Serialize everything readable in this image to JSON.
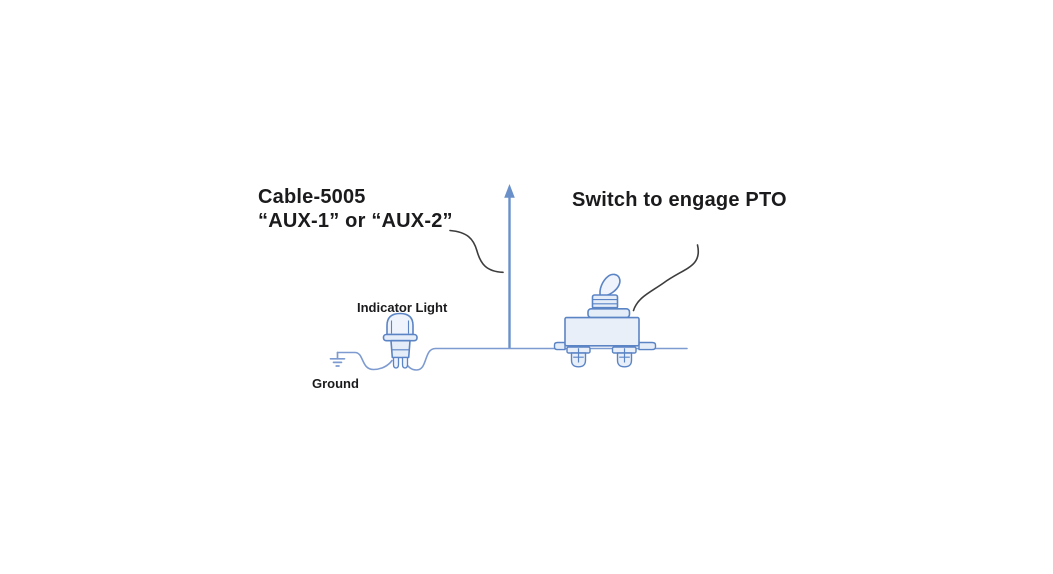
{
  "diagram": {
    "cable_label": {
      "line1": "Cable-5005",
      "line2": "“AUX-1” or “AUX-2”"
    },
    "switch_label": "Switch to engage PTO",
    "indicator_light_label": "Indicator Light",
    "ground_label": "Ground",
    "colors": {
      "background": "#ffffff",
      "component_stroke": "#5b84c5",
      "component_fill": "#e5edf8",
      "component_fill_light": "#eef3fc",
      "wire": "#7d9bd0",
      "arrow": "#6a90ca",
      "annotation_line": "#3d3d3d",
      "label_text": "#1b1b1d"
    }
  }
}
